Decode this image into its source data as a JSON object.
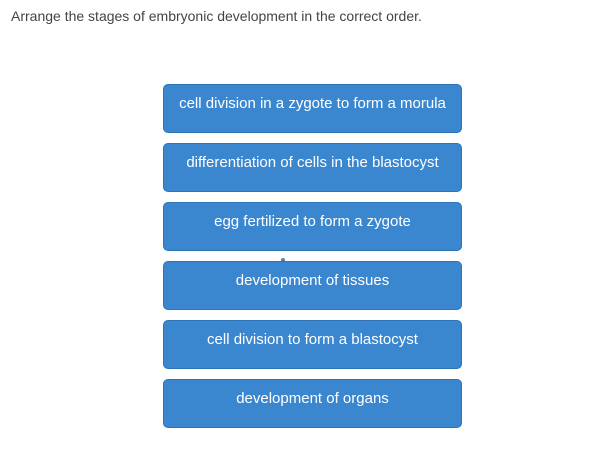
{
  "page": {
    "title": "Arrange the stages of embryonic development in the correct order."
  },
  "cards": {
    "items": [
      {
        "label": "cell division in a zygote to form a morula"
      },
      {
        "label": "differentiation of cells in the blastocyst"
      },
      {
        "label": "egg fertilized to form a zygote"
      },
      {
        "label": "development of tissues"
      },
      {
        "label": "cell division to form a blastocyst"
      },
      {
        "label": "development of organs"
      }
    ]
  },
  "colors": {
    "card_bg": "#3a87d0",
    "card_border": "#2d74b8",
    "card_text": "#ffffff",
    "title_text": "#444444",
    "page_bg": "#ffffff"
  }
}
